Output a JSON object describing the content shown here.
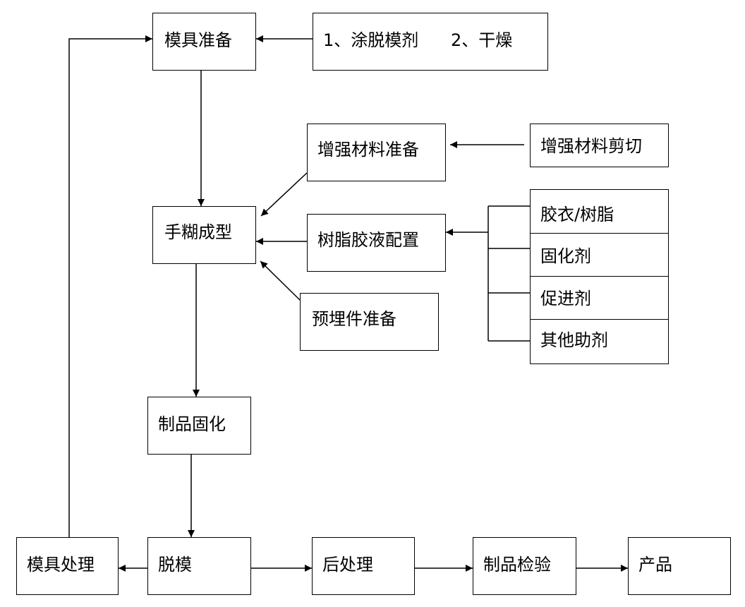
{
  "nodes": {
    "mold_prep": "模具准备",
    "mold_prep_steps": "1、涂脱模剂      2、干燥",
    "reinforce_prep": "增强材料准备",
    "reinforce_cut": "增强材料剪切",
    "hand_layup": "手糊成型",
    "resin_mix": "树脂胶液配置",
    "insert_prep": "预埋件准备",
    "gelcoat_resin": "胶衣/树脂",
    "curing_agent": "固化剂",
    "accelerator": "促进剂",
    "other_additives": "其他助剂",
    "product_curing": "制品固化",
    "mold_treatment": "模具处理",
    "demolding": "脱模",
    "post_processing": "后处理",
    "product_inspection": "制品检验",
    "product": "产品"
  }
}
